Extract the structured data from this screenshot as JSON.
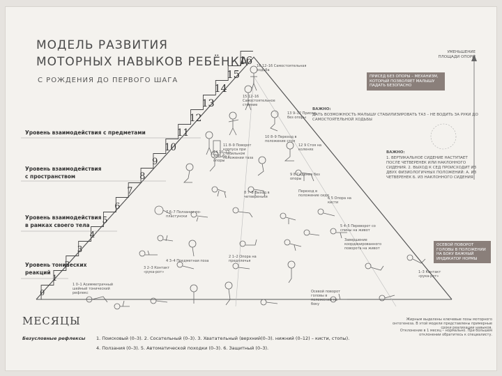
{
  "title_line1": "МОДЕЛЬ РАЗВИТИЯ",
  "title_line2": "МОТОРНЫХ НАВЫКОВ РЕБЁНКА",
  "subtitle": "С РОЖДЕНИЯ ДО ПЕРВОГО ШАГА",
  "levels": [
    "Уровень взаимодействия с предметами",
    "Уровень взаимодействия",
    "с пространством",
    "Уровень взаимодействия",
    "в рамках своего тела",
    "Уровень тонических",
    "реакций"
  ],
  "steps": [
    "0",
    "1",
    "2",
    "3",
    "4",
    "5",
    "6",
    "7",
    "8",
    "9",
    "10",
    "11",
    "12",
    "13",
    "14",
    "15",
    "16"
  ],
  "axis_label": "УМЕНЬШЕНИЕ ПЛОЩАДИ ОПОРЫ",
  "notes": [
    "16 12–16 Самостоятельная ходьба",
    "15 12–16 Самостоятельное стояние",
    "14 10–12 Ходьба у опоры",
    "13 9–12 Присед без опоры",
    "11 8–9 Поворот корпуса при стабильном положении таза",
    "12 9 Стоя на коленях",
    "10 8–9 Переход в положение стоя",
    "9 8 Сидение без опоры",
    "8 7–8 Выход в четвереньки",
    "7 6–7 Ползание по-пластунски",
    "6 5 Опора на кисти",
    "5 4–5 Переворот со спины на живот",
    "4 3–4 Предметная поза",
    "3 2–3 Контакт «рука-рот»",
    "2 1–2 Опора на предплечья",
    "1 0–1 Асимметричный шейный тонический рефлекс",
    "1–3 Контакт «рука-рот»",
    "Осевой поворот головы в положении на боку",
    "Завершение координированного поворота на живот",
    "Переход в положение сидя"
  ],
  "box1": "Присед без опоры – механизм, который позволяет малышу падать безопасно",
  "important1_head": "Важно:",
  "important1": "Дать возможность малышу стабилизировать таз – не водить за руки до самостоятельной ходьбы",
  "important2_head": "Важно:",
  "important2": "1. Вертикальное сидение наступает после четверенек или наклонного сидения. 2. Выход к сед происходит из двух физиологичных положений: А. из четверенек Б. из наклонного сидения",
  "box2": "Осевой поворот головы в положении на боку важный индикатор нормы",
  "legend1": "Жирным выделены ключевые позы моторного онтогенеза. В этой модели представлены примерные сроки реализации навыков.",
  "legend2": "Отклонение в 1 месяц – нормально. При большем отклонении обратитесь к специалисту.",
  "months_label": "МЕСЯЦЫ",
  "reflex_label": "Безусловные рефлексы",
  "reflexes_line1": "1. Поисковый (0–3).  2. Сосательный (0–3).  3. Хватательный (верхний(0–3). нижний (0–12) – кисти, стопы).",
  "reflexes_line2": "4. Ползания (0–3).  5. Автоматической походки (0–3).  6. Защитный (0–3)."
}
